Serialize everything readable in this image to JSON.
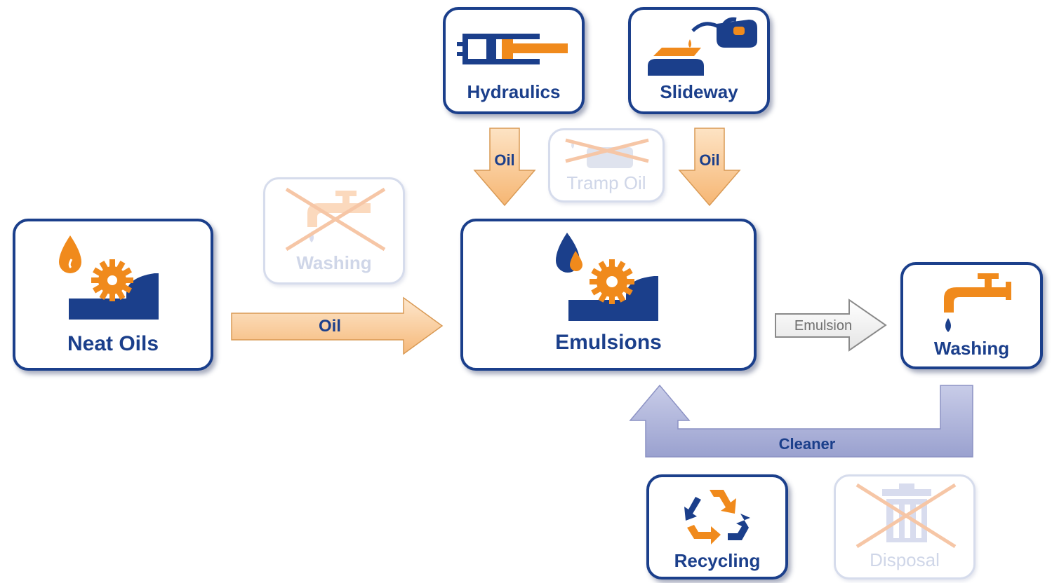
{
  "nodes": {
    "neat_oils": "Neat Oils",
    "emulsions": "Emulsions",
    "hydraulics": "Hydraulics",
    "slideway": "Slideway",
    "washing_excluded": "Washing",
    "tramp_oil": "Tramp Oil",
    "washing": "Washing",
    "recycling": "Recycling",
    "disposal": "Disposal"
  },
  "arrows": {
    "neat_to_emulsions": "Oil",
    "hydraulics_oil": "Oil",
    "slideway_oil": "Oil",
    "emulsion_to_washing": "Emulsion",
    "cleaner_return": "Cleaner"
  },
  "colors": {
    "navy": "#1b3f8b",
    "orange": "#f08a1c",
    "arrow_peach": "#f9c890",
    "arrow_lavender": "#a8aed6"
  },
  "icons": {
    "neat_oils": "oil-drop-saw-blade-icon",
    "emulsions": "water-oil-drop-saw-blade-icon",
    "hydraulics": "hydraulic-cylinder-icon",
    "slideway": "slideway-oil-can-icon",
    "washing": "faucet-icon",
    "recycling": "recycling-icon",
    "disposal": "trash-bin-icon",
    "excluded": "cross-icon"
  }
}
